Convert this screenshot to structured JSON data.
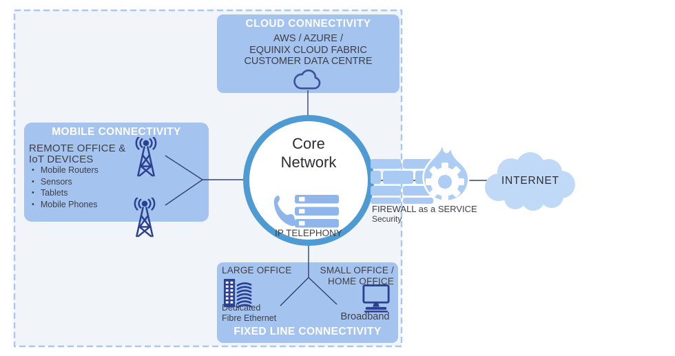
{
  "cloud_box": {
    "title": "CLOUD CONNECTIVITY",
    "line1": "AWS / AZURE /",
    "line2": "EQUINIX CLOUD FABRIC",
    "line3": "CUSTOMER DATA CENTRE"
  },
  "mobile_box": {
    "title": "MOBILE CONNECTIVITY",
    "heading1": "REMOTE OFFICE &",
    "heading2": "IoT DEVICES",
    "bullets": [
      "Mobile Routers",
      "Sensors",
      "Tablets",
      "Mobile Phones"
    ]
  },
  "core": {
    "line1": "Core",
    "line2": "Network",
    "caption": "IP TELEPHONY"
  },
  "firewall": {
    "label": "FIREWALL as a SERVICE",
    "sublabel": "Security"
  },
  "internet": {
    "label": "INTERNET"
  },
  "fixed_box": {
    "title": "FIXED LINE CONNECTIVITY",
    "large_office_heading": "LARGE OFFICE",
    "large_office_label1": "Dedicated",
    "large_office_label2": "Fibre Ethernet",
    "small_office_heading1": "SMALL OFFICE /",
    "small_office_heading2": "HOME OFFICE",
    "small_office_label": "Broadband"
  },
  "icons": [
    "cloud-outline-icon",
    "antenna-icon",
    "phone-handset-icon",
    "server-stack-icon",
    "firewall-brick-wall-icon",
    "flame-icon",
    "gear-icon",
    "internet-cloud-icon",
    "office-building-icon",
    "desktop-monitor-icon"
  ],
  "colors": {
    "box_fill": "#a5c3ef",
    "region_bg": "#f1f5fa",
    "dashed_border": "#a9c7f1",
    "navy_icon": "#2b418f",
    "core_ring": "#4e9ad2",
    "light_icon_blue": "#a9cbf3",
    "internet_cloud": "#bfd9f7",
    "phone_server_blue": "#8fb6ea",
    "connector": "#32406e",
    "dark_text": "#3e3e46",
    "title_text": "#ffffff"
  }
}
